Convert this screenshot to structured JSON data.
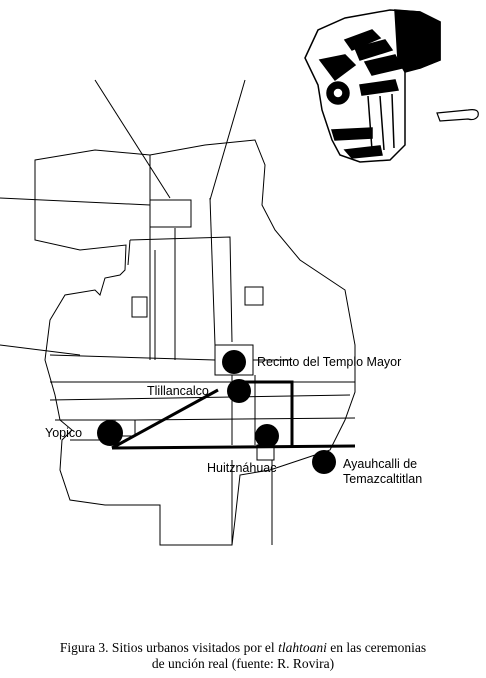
{
  "sites": [
    {
      "id": "templo",
      "label": "Recinto del Templo Mayor"
    },
    {
      "id": "tlillancalco",
      "label": "Tlillancalco"
    },
    {
      "id": "yopico",
      "label": "Yopico"
    },
    {
      "id": "huitznahuac",
      "label": "Huitznáhuac"
    },
    {
      "id": "ayauhcalli",
      "label_line1": "Ayauhcalli de",
      "label_line2": "Temazcaltitlan"
    }
  ],
  "caption": {
    "prefix": "Figura 3. Sitios urbanos visitados por el ",
    "italic": "tlahtoani",
    "suffix": " en las ceremonias",
    "line2": "de unción real (fuente: R. Rovira)"
  },
  "icons": [
    "glyph-head-icon",
    "speech-scroll-icon"
  ]
}
